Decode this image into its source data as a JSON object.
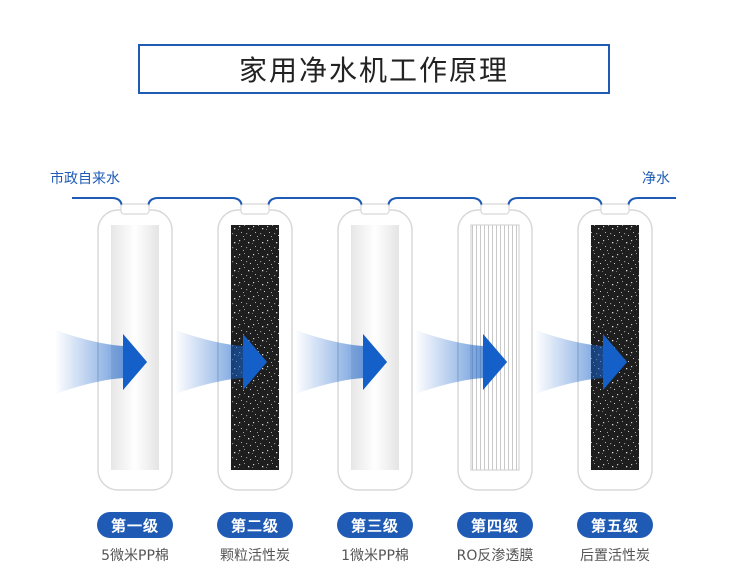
{
  "title": "家用净水机工作原理",
  "inlet_label": "市政自来水",
  "outlet_label": "净水",
  "colors": {
    "accent": "#1f5bb5",
    "arrow": "#1560c8"
  },
  "stages": [
    {
      "badge": "第一级",
      "desc": "5微米PP棉",
      "media": "pp-cotton"
    },
    {
      "badge": "第二级",
      "desc": "颗粒活性炭",
      "media": "granular-carbon"
    },
    {
      "badge": "第三级",
      "desc": "1微米PP棉",
      "media": "pp-cotton"
    },
    {
      "badge": "第四级",
      "desc": "RO反渗透膜",
      "media": "ro-membrane"
    },
    {
      "badge": "第五级",
      "desc": "后置活性炭",
      "media": "post-carbon"
    }
  ]
}
